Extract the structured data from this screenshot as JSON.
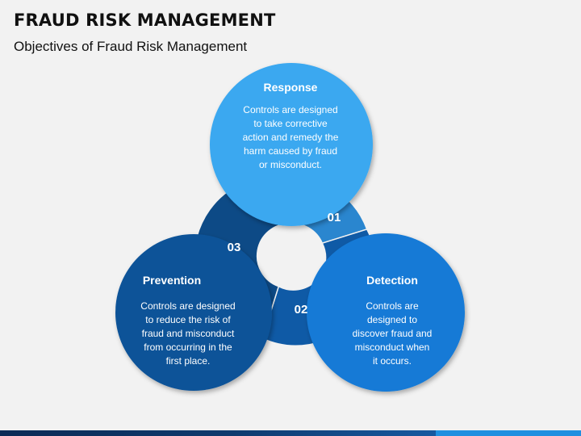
{
  "header": {
    "title": "FRAUD RISK MANAGEMENT",
    "subtitle": "Objectives of Fraud Risk Management"
  },
  "colors": {
    "background": "#f2f2f2",
    "response_circle": "#3ba8f0",
    "detection_circle": "#137ad6",
    "prevention_circle": "#0b5398",
    "segment_01": "#2a86cf",
    "segment_02": "#0f5aa6",
    "segment_03": "#0d4a86",
    "text": "#ffffff"
  },
  "objectives": [
    {
      "number": "01",
      "heading": "Response",
      "description": [
        "Controls are designed",
        "to take corrective",
        "action and remedy the",
        "harm caused by fraud",
        "or misconduct."
      ]
    },
    {
      "number": "02",
      "heading": "Detection",
      "description": [
        "Controls are",
        "designed to",
        "discover fraud and",
        "misconduct when",
        "it occurs."
      ]
    },
    {
      "number": "03",
      "heading": "Prevention",
      "description": [
        "Controls are designed",
        "to reduce the risk of",
        "fraud and misconduct",
        "from occurring in the",
        "first place."
      ]
    }
  ]
}
